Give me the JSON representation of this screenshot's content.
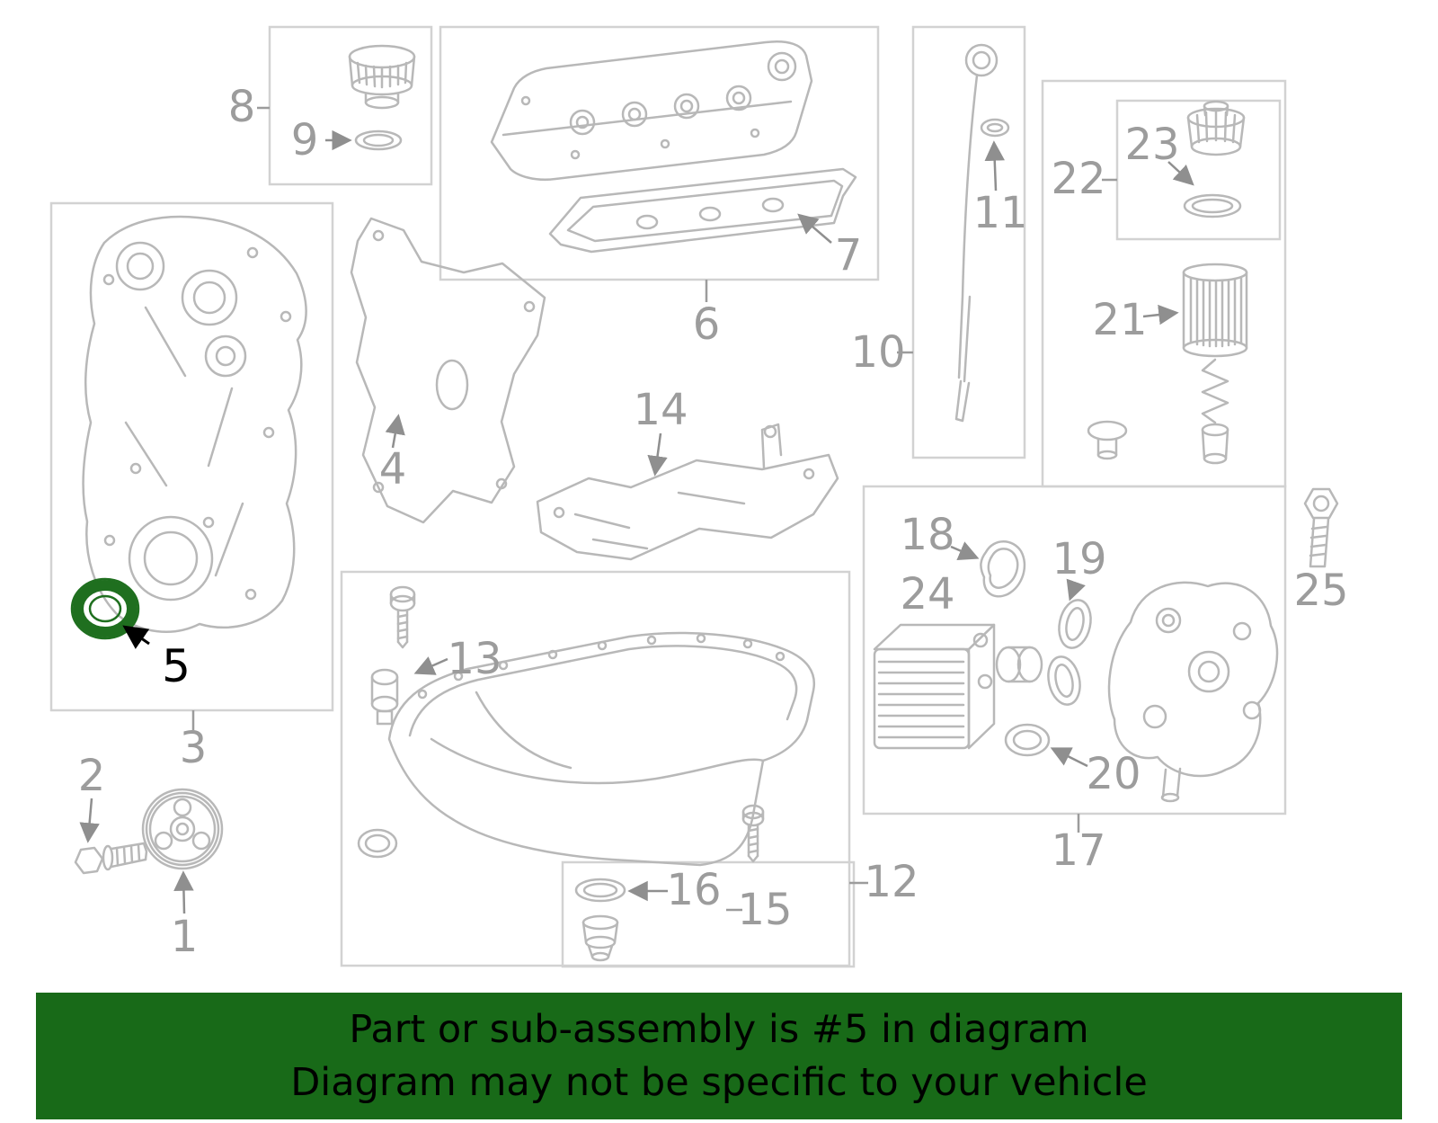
{
  "banner": {
    "line1": "Part or sub-assembly is #5 in diagram",
    "line2": "Diagram may not be specific to your vehicle",
    "background": "#186a18",
    "text_color": "#000000"
  },
  "diagram": {
    "highlighted_part": "5",
    "highlight_color": "#1f6f1f",
    "label_color": "#9c9c9c",
    "line_color": "#b8b8b8",
    "callouts": [
      "1",
      "2",
      "3",
      "4",
      "5",
      "6",
      "7",
      "8",
      "9",
      "10",
      "11",
      "12",
      "13",
      "14",
      "15",
      "16",
      "17",
      "18",
      "19",
      "20",
      "21",
      "22",
      "23",
      "24",
      "25"
    ]
  }
}
